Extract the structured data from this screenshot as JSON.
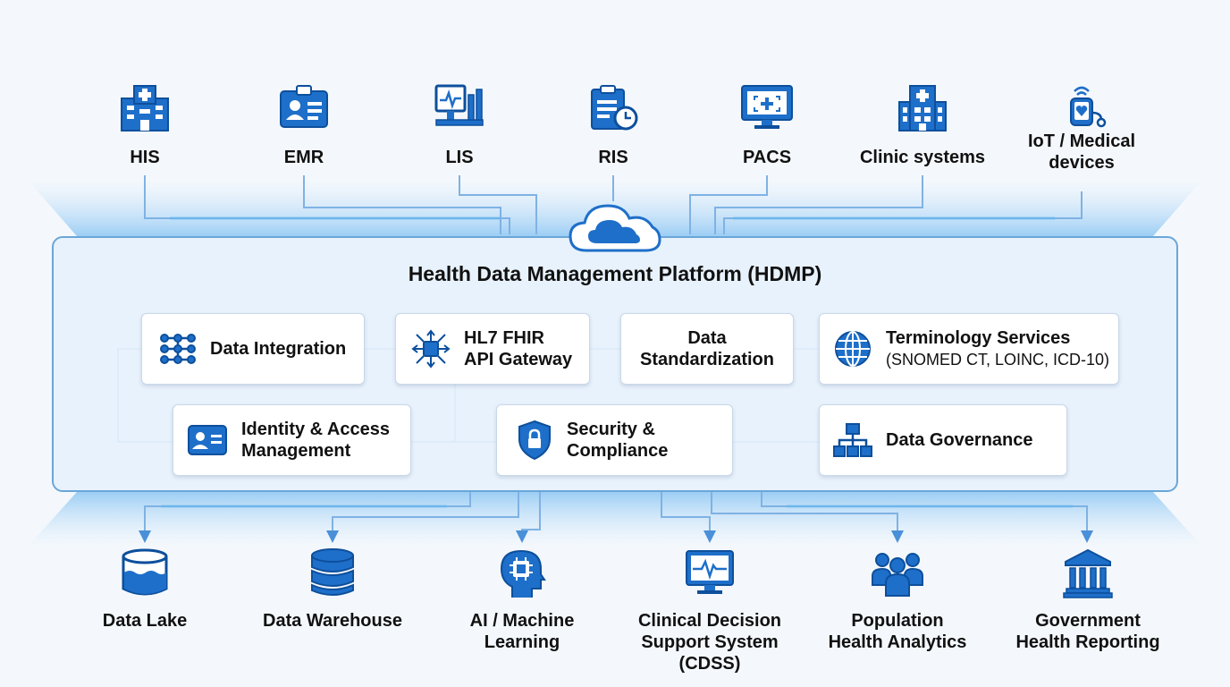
{
  "sources": [
    {
      "label": "HIS",
      "icon": "hospital-icon"
    },
    {
      "label": "EMR",
      "icon": "id-badge-icon"
    },
    {
      "label": "LIS",
      "icon": "lab-monitor-icon"
    },
    {
      "label": "RIS",
      "icon": "clipboard-clock-icon"
    },
    {
      "label": "PACS",
      "icon": "medical-monitor-icon"
    },
    {
      "label": "Clinic systems",
      "icon": "clinic-building-icon"
    },
    {
      "label": "IoT / Medical devices",
      "icon": "wearable-device-icon"
    }
  ],
  "platform": {
    "title": "Health Data Management Platform (HDMP)",
    "icon": "cloud-icon",
    "modules": {
      "data_integration": {
        "label": "Data Integration",
        "icon": "nodes-grid-icon"
      },
      "fhir_gateway": {
        "line1": "HL7 FHIR",
        "line2": "API Gateway",
        "icon": "chip-arrows-icon"
      },
      "standardization": {
        "line1": "Data",
        "line2": "Standardization"
      },
      "terminology": {
        "line1": "Terminology Services",
        "line2": "(SNOMED CT, LOINC, ICD-10)",
        "icon": "globe-icon"
      },
      "identity": {
        "line1": "Identity & Access",
        "line2": "Management",
        "icon": "id-card-icon"
      },
      "security": {
        "line1": "Security &",
        "line2": "Compliance",
        "icon": "shield-lock-icon"
      },
      "governance": {
        "label": "Data Governance",
        "icon": "hierarchy-icon"
      }
    }
  },
  "outputs": [
    {
      "line1": "Data Lake",
      "icon": "data-lake-icon"
    },
    {
      "line1": "Data Warehouse",
      "icon": "database-icon"
    },
    {
      "line1": "AI / Machine",
      "line2": "Learning",
      "icon": "ai-head-icon"
    },
    {
      "line1": "Clinical Decision",
      "line2": "Support System",
      "line3": "(CDSS)",
      "icon": "pulse-monitor-icon"
    },
    {
      "line1": "Population",
      "line2": "Health Analytics",
      "icon": "people-group-icon"
    },
    {
      "line1": "Government",
      "line2": "Health Reporting",
      "icon": "government-building-icon"
    }
  ],
  "colors": {
    "accent": "#1e6fc9",
    "accent_dark": "#0d4f9c",
    "line": "#7fb2e3",
    "glow": "#5fb8f0"
  }
}
